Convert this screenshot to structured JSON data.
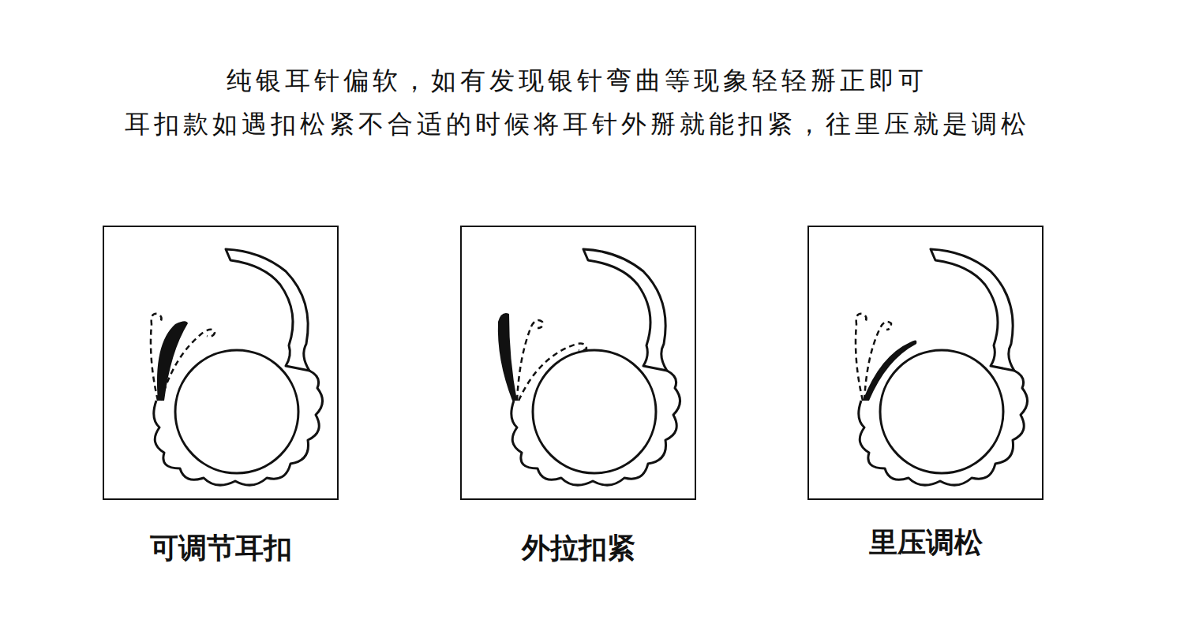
{
  "diagram": {
    "title": "纯银耳针偏软，如有发现银针弯曲等现象轻轻掰正即可",
    "nodes": [
      {
        "text": [
          "可调节耳扣"
        ]
      },
      {
        "text": [
          "外拉扣紧"
        ]
      },
      {
        "text": [
          "里压调松"
        ]
      }
    ],
    "labels": [
      "耳扣款如遇扣松紧不合适的时候将耳针外掰就能扣紧，往里压就是调松"
    ]
  }
}
